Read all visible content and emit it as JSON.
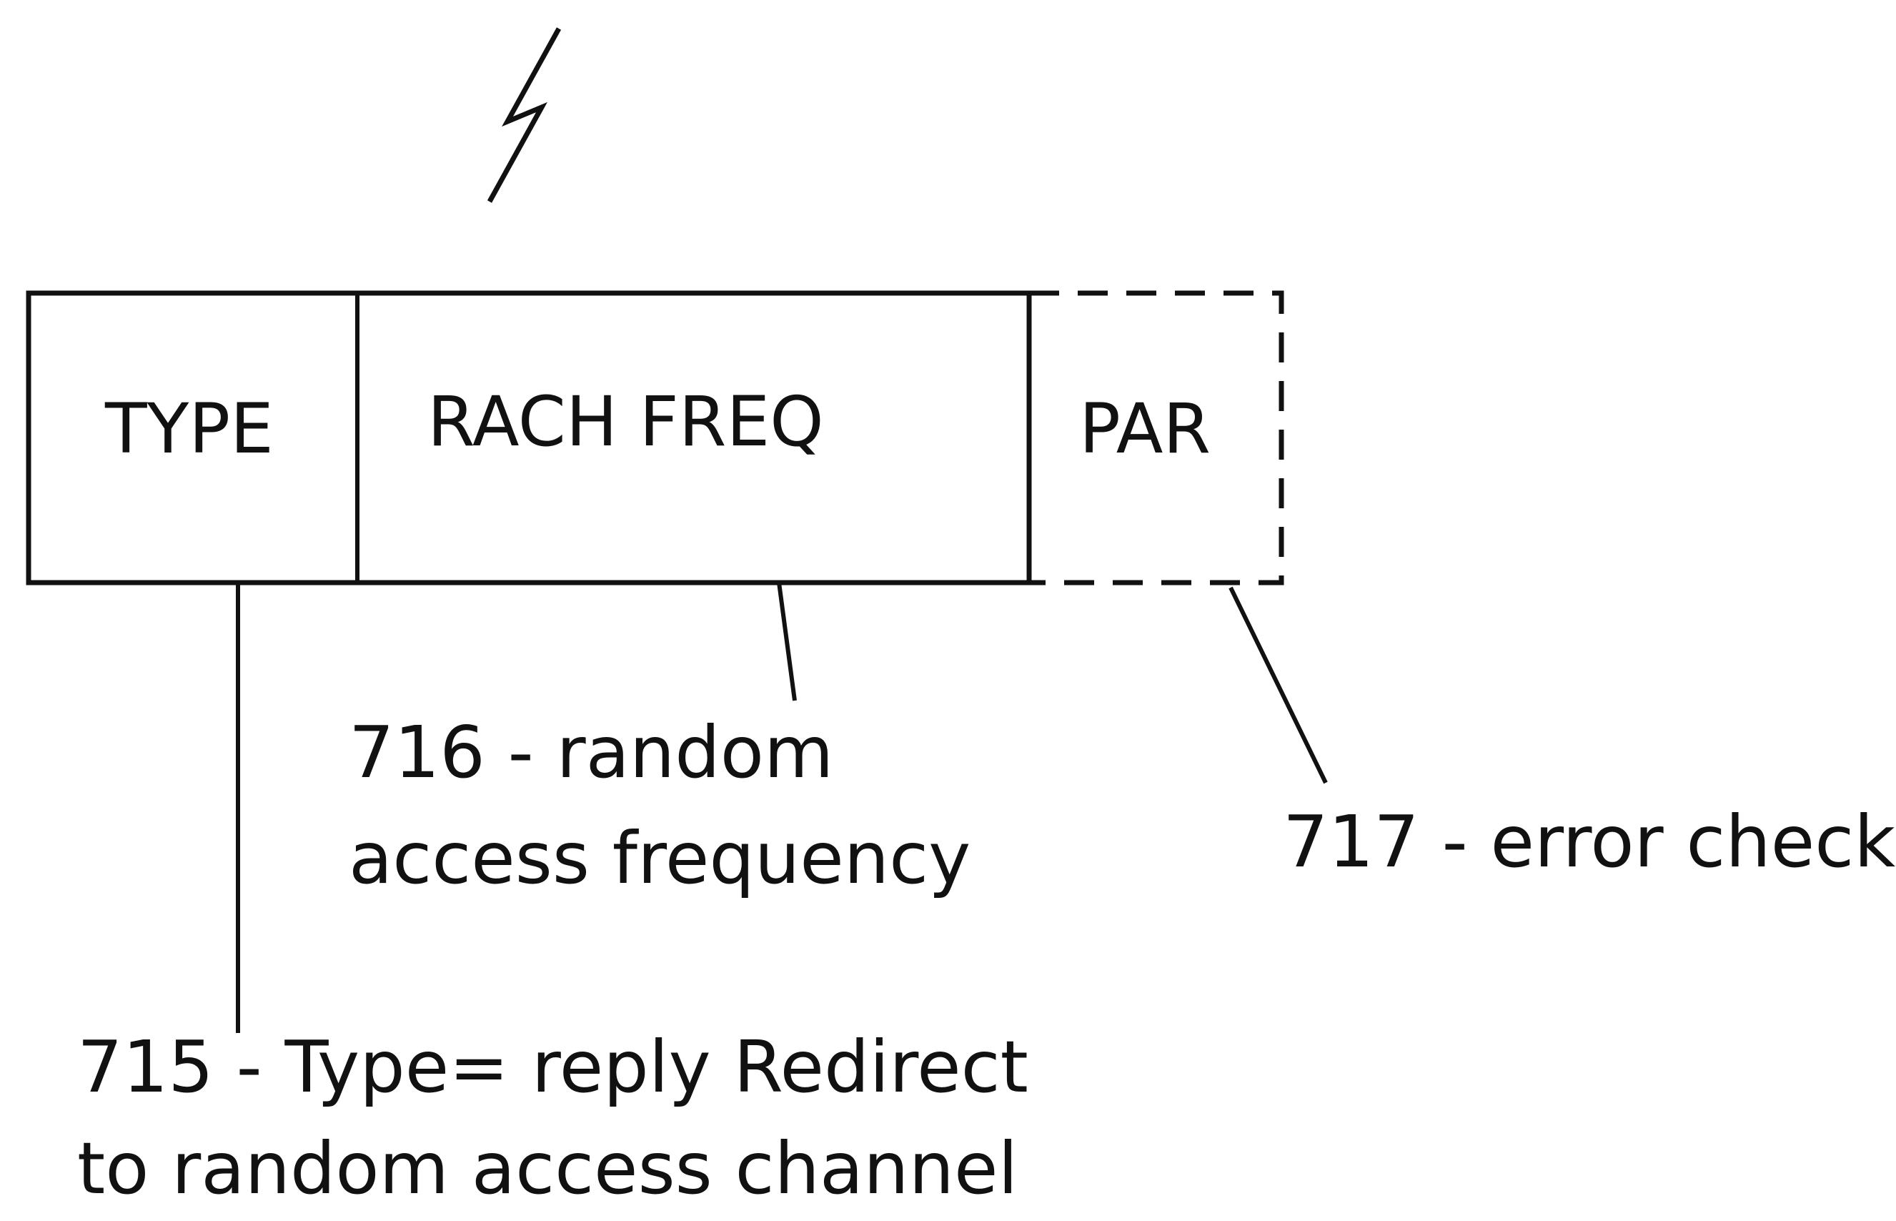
{
  "fields": [
    {
      "id": "type",
      "label": "TYPE",
      "style": "solid"
    },
    {
      "id": "rach-freq",
      "label": "RACH FREQ",
      "style": "solid"
    },
    {
      "id": "par",
      "label": "PAR",
      "style": "dashed"
    }
  ],
  "callouts": {
    "c716": {
      "line1": "716 - random",
      "line2": "access frequency"
    },
    "c717": {
      "line1": "717 - error check"
    },
    "c715": {
      "line1": "715 - Type= reply Redirect",
      "line2": "to random access channel"
    }
  },
  "colors": {
    "stroke": "#111111",
    "background": "#ffffff"
  },
  "icons": {
    "reference-arrow": "zigzag-lead-line"
  }
}
